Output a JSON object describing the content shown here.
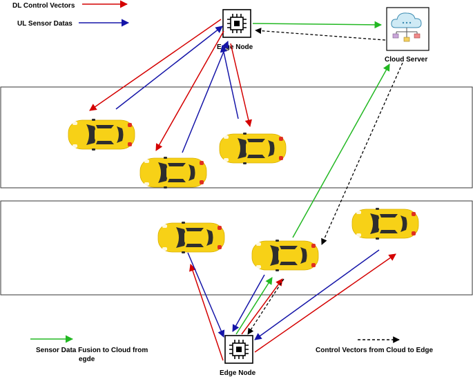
{
  "legend": {
    "dl_control": "DL Control Vectors",
    "ul_sensor": "UL Sensor Datas",
    "fusion_line1": "Sensor Data Fusion to Cloud from",
    "fusion_line2": "egde",
    "control_cloud_edge": "Control Vectors from Cloud to Edge"
  },
  "nodes": {
    "edge_top": "Edge Node",
    "edge_bottom": "Edge Node",
    "cloud": "Cloud Server"
  },
  "colors": {
    "dl": "#d40000",
    "ul": "#1515a8",
    "fusion": "#22b822",
    "control": "#000000",
    "car_body": "#f7d117",
    "car_glass": "#2e2e2e"
  }
}
